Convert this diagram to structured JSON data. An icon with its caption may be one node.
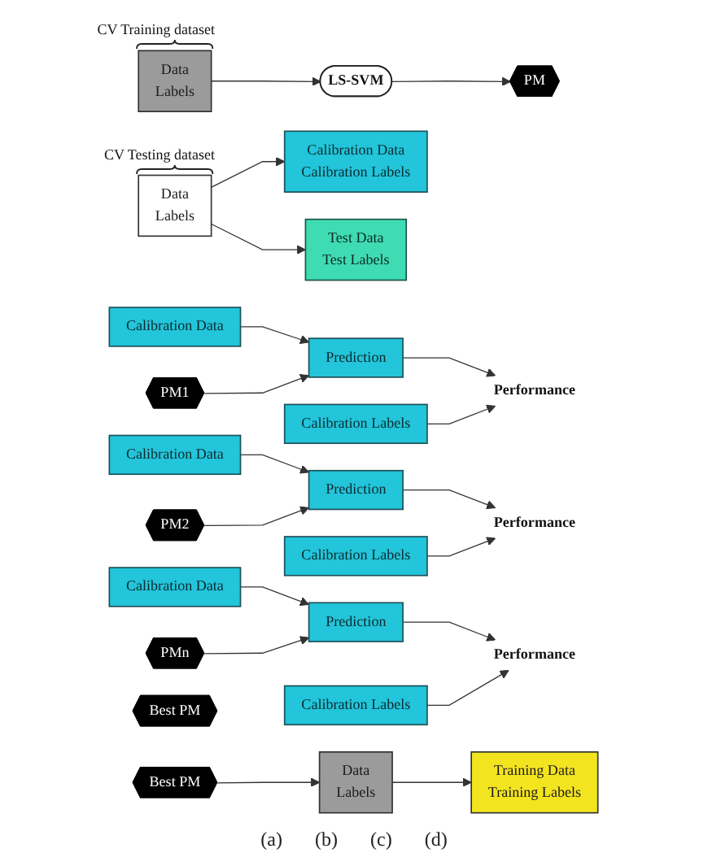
{
  "diagram": {
    "nodes": [
      {
        "text": [
          "Data",
          "Labels"
        ],
        "beside": [
          "CV Training dataset"
        ]
      },
      {
        "text": [
          "LS-SVM"
        ]
      },
      {
        "text": [
          "PM"
        ]
      },
      {
        "text": [
          "Data",
          "Labels"
        ],
        "beside": [
          "CV Testing dataset"
        ]
      },
      {
        "text": [
          "Calibration Data",
          "Calibration Labels"
        ]
      },
      {
        "text": [
          "Test Data",
          "Test Labels"
        ]
      },
      {
        "text": [
          "Calibration Data"
        ]
      },
      {
        "text": [
          "PM1"
        ]
      },
      {
        "text": [
          "Prediction"
        ]
      },
      {
        "text": [
          "Calibration Labels"
        ]
      },
      {
        "text": [
          "Performance"
        ]
      },
      {
        "text": [
          "Calibration Data"
        ]
      },
      {
        "text": [
          "PM2"
        ]
      },
      {
        "text": [
          "Prediction"
        ]
      },
      {
        "text": [
          "Calibration Labels"
        ]
      },
      {
        "text": [
          "Performance"
        ]
      },
      {
        "text": [
          "Calibration Data"
        ]
      },
      {
        "text": [
          "PMn"
        ]
      },
      {
        "text": [
          "Prediction"
        ]
      },
      {
        "text": [
          "Calibration Labels"
        ]
      },
      {
        "text": [
          "Performance"
        ]
      },
      {
        "text": [
          "Best PM"
        ]
      },
      {
        "text": [
          "Best PM"
        ]
      },
      {
        "text": [
          "Data",
          "Labels"
        ]
      },
      {
        "text": [
          "Training Data",
          "Training Labels"
        ]
      }
    ],
    "edges": [
      {
        "from": 0,
        "to": 1,
        "arrow": "to"
      },
      {
        "from": 1,
        "to": 2,
        "arrow": "to"
      },
      {
        "from": 3,
        "to": 4,
        "arrow": "to"
      },
      {
        "from": 3,
        "to": 5,
        "arrow": "to"
      },
      {
        "from": 6,
        "to": 8,
        "arrow": "to"
      },
      {
        "from": 7,
        "to": 8,
        "arrow": "to"
      },
      {
        "from": 8,
        "to": 10,
        "arrow": "to"
      },
      {
        "from": 9,
        "to": 10,
        "arrow": "to"
      },
      {
        "from": 11,
        "to": 13,
        "arrow": "to"
      },
      {
        "from": 12,
        "to": 13,
        "arrow": "to"
      },
      {
        "from": 13,
        "to": 15,
        "arrow": "to"
      },
      {
        "from": 14,
        "to": 15,
        "arrow": "to"
      },
      {
        "from": 16,
        "to": 18,
        "arrow": "to"
      },
      {
        "from": 17,
        "to": 18,
        "arrow": "to"
      },
      {
        "from": 18,
        "to": 20,
        "arrow": "to"
      },
      {
        "from": 19,
        "to": 20,
        "arrow": "to"
      },
      {
        "from": 22,
        "to": 23,
        "arrow": "to"
      },
      {
        "from": 23,
        "to": 24,
        "arrow": "to"
      }
    ],
    "labels": [
      "(a)",
      "(b)",
      "(c)",
      "(d)"
    ]
  }
}
